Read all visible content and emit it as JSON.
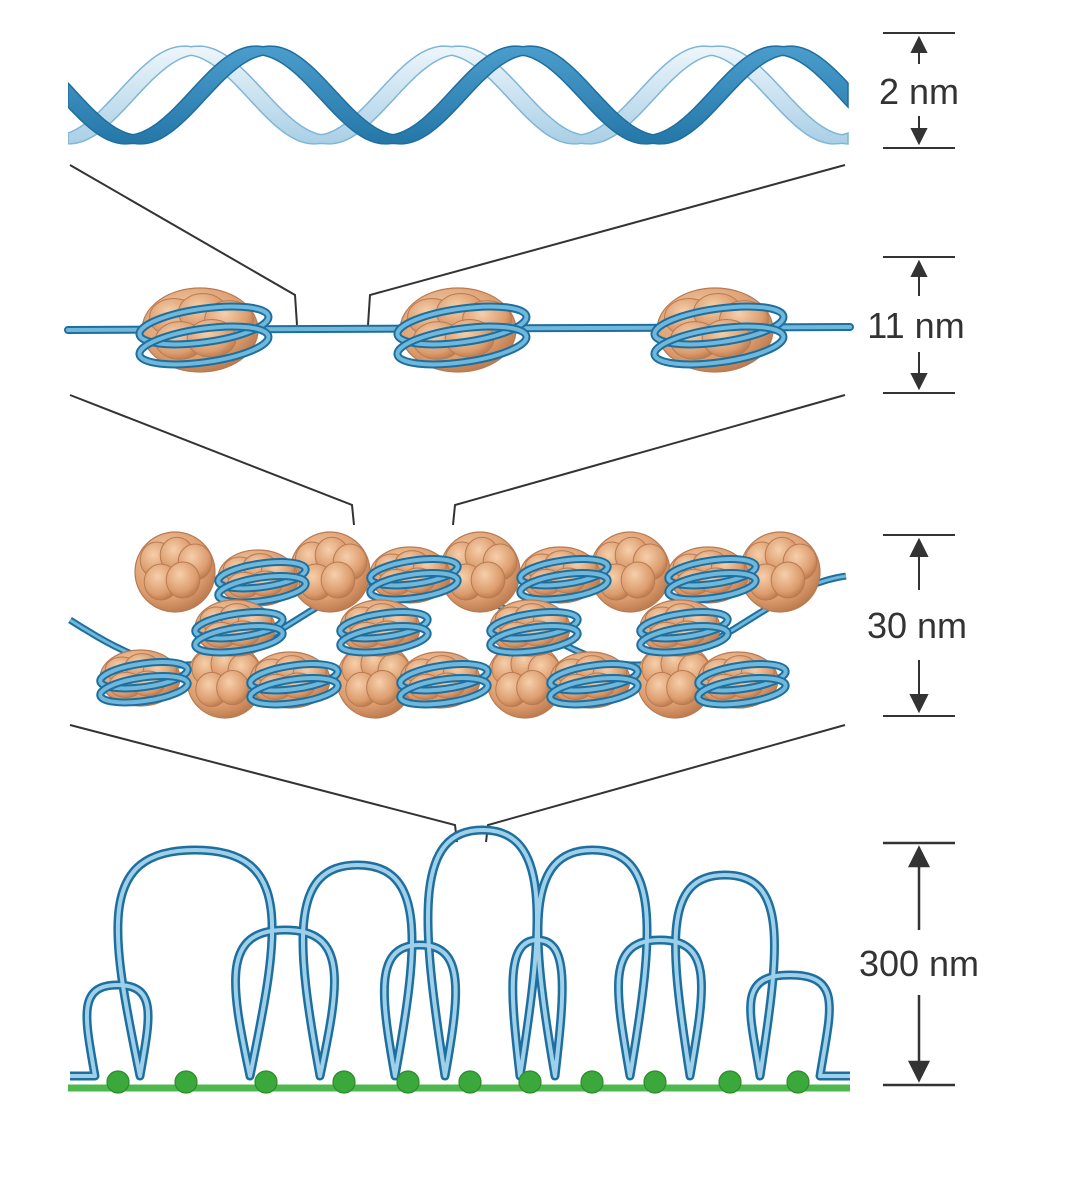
{
  "colors": {
    "dna_dark": "#2f86b8",
    "dna_mid": "#5aa6cf",
    "dna_light": "#d4e8f3",
    "strand_outline": "#1f6f9e",
    "strand_fill": "#6fb8dc",
    "histone": "#e0a57a",
    "histone_light": "#f0c29c",
    "histone_dark": "#b87a52",
    "scaffold": "#4db84d",
    "scaffold_dot": "#3aa83a",
    "scale": "#333333"
  },
  "levels": [
    {
      "label": "2 nm"
    },
    {
      "label": "11 nm"
    },
    {
      "label": "30 nm"
    },
    {
      "label": "300 nm"
    }
  ]
}
